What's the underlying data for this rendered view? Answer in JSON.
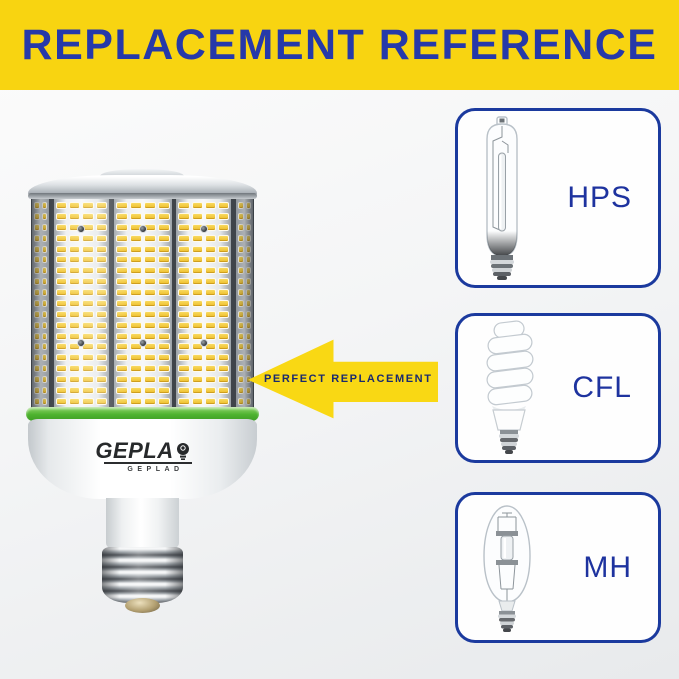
{
  "header": {
    "title": "REPLACEMENT REFERENCE"
  },
  "arrow": {
    "label": "PERFECT REPLACEMENT"
  },
  "led_bulb": {
    "logo": {
      "brand": "GEPLA",
      "sub": "GEPLAD",
      "icon": "lightbulb"
    }
  },
  "cards": [
    {
      "label": "HPS"
    },
    {
      "label": "CFL"
    },
    {
      "label": "MH"
    }
  ],
  "colors": {
    "banner_bg": "#f8d411",
    "banner_text": "#2639a9",
    "arrow_fill": "#f9d814",
    "arrow_text": "#1a2a6e",
    "card_border": "#1b3a9e",
    "card_label": "#1e339f",
    "ring_green": "#4db22e",
    "led_yellow": "#eebd28"
  }
}
